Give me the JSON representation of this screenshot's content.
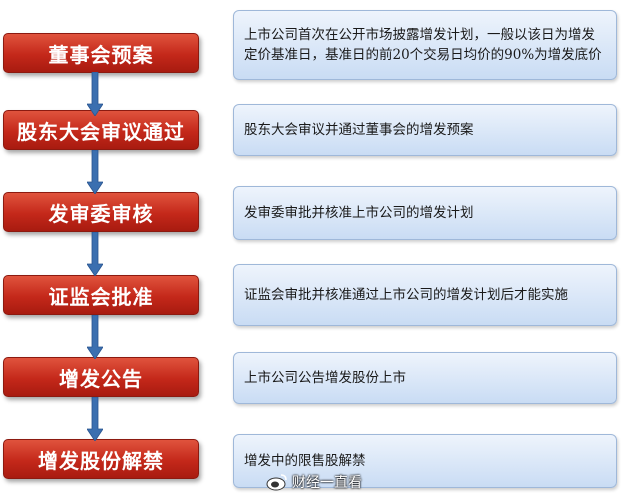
{
  "steps": [
    {
      "label": "董事会预案",
      "desc": "上市公司首次在公开市场披露增发计划，一般以该日为增发定价基准日，基准日的前20个交易日均价的90%为增发底价"
    },
    {
      "label": "股东大会审议通过",
      "desc": "股东大会审议并通过董事会的增发预案"
    },
    {
      "label": "发审委审核",
      "desc": "发审委审批并核准上市公司的增发计划"
    },
    {
      "label": "证监会批准",
      "desc": "证监会审批并核准通过上市公司的增发计划后才能实施"
    },
    {
      "label": "增发公告",
      "desc": "上市公司公告增发股份上市"
    },
    {
      "label": "增发股份解禁",
      "desc": "增发中的限售股解禁"
    }
  ],
  "watermark": {
    "text": "财经一直看"
  },
  "colors": {
    "step_fill": "#c4281a",
    "desc_fill": "#d6e4f6",
    "arrow": "#3b6fb0"
  }
}
